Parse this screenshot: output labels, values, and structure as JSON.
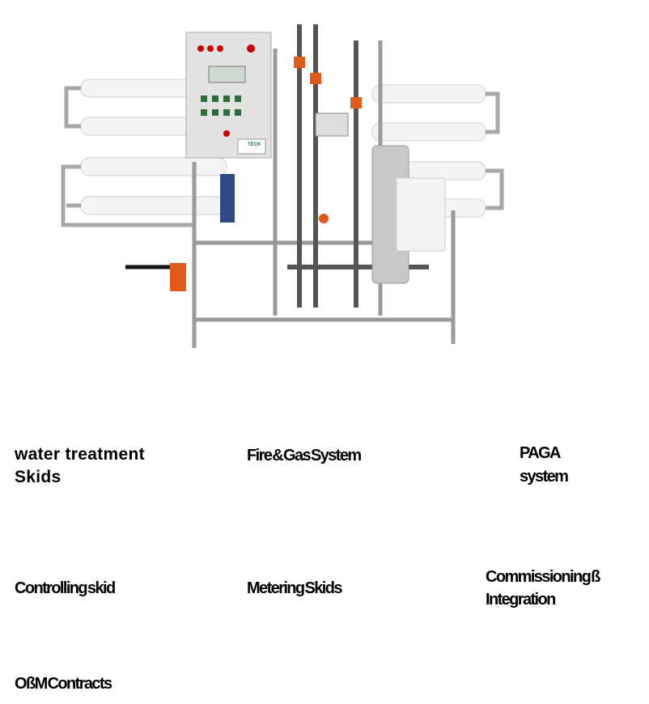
{
  "photo": {
    "description_icon": "water-treatment-skid-image",
    "brand_text": "TECK"
  },
  "services": [
    {
      "label": "water treatment\nSkids"
    },
    {
      "label": "Fire & Gas System"
    },
    {
      "label": "PAGA\nsystem"
    },
    {
      "label": "Controlling skid"
    },
    {
      "label": "Metering Skids"
    },
    {
      "label": "Commissioning ß\nIntegration"
    },
    {
      "label": "OßM Contracts"
    }
  ]
}
